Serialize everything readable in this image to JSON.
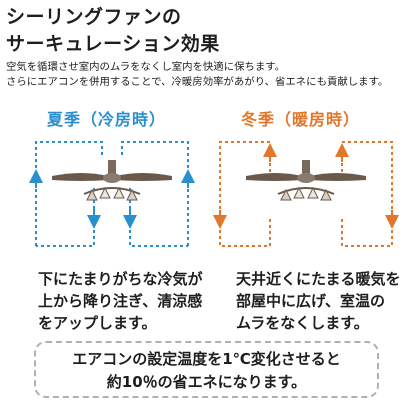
{
  "header": {
    "title_line1": "シーリングファンの",
    "title_line2": "サーキュレーション効果"
  },
  "intro": {
    "line1": "空気を循環させ室内のムラをなくし室内を快適に保ちます。",
    "line2": "さらにエアコンを併用することで、冷暖房効率があがり、省エネにも貢献します。"
  },
  "summer": {
    "heading": "夏季（冷房時）",
    "color": "#2a8fcf",
    "desc_line1": "下にたまりがちな冷気が",
    "desc_line2": "上から降り注ぎ、清涼感",
    "desc_line3": "をアップします。"
  },
  "winter": {
    "heading": "冬季（暖房時）",
    "color": "#e2762a",
    "desc_line1": "天井近くにたまる暖気を",
    "desc_line2": "部屋中に広げ、室温の",
    "desc_line3": "ムラをなくします。"
  },
  "note": {
    "line1": "エアコンの設定温度を1℃変化させると",
    "line2": "約10％の省エネになります。"
  },
  "icons": [
    "ceiling-fan-icon",
    "arrow-down-icon",
    "arrow-up-icon"
  ]
}
